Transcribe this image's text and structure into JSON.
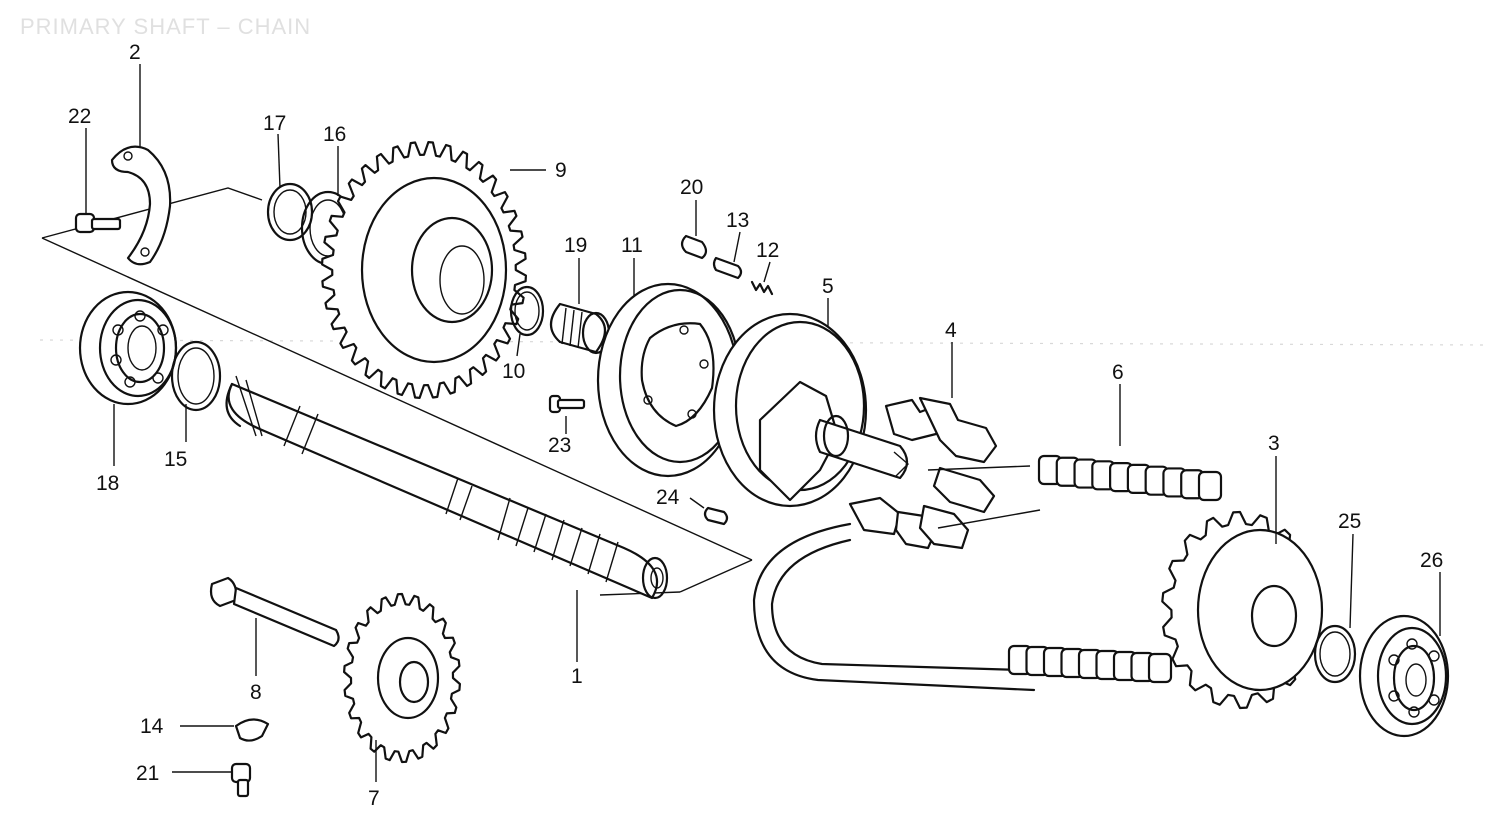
{
  "title": "PRIMARY SHAFT – CHAIN",
  "callouts": [
    {
      "id": "1",
      "part": "primary-shaft"
    },
    {
      "id": "2",
      "part": "bearing-set-plate"
    },
    {
      "id": "3",
      "part": "driven-sprocket"
    },
    {
      "id": "4",
      "part": "damper-rubbers"
    },
    {
      "id": "5",
      "part": "damper-hub"
    },
    {
      "id": "6",
      "part": "primary-chain"
    },
    {
      "id": "7",
      "part": "small-sprocket"
    },
    {
      "id": "8",
      "part": "sprocket-shaft"
    },
    {
      "id": "9",
      "part": "large-sprocket"
    },
    {
      "id": "10",
      "part": "collar"
    },
    {
      "id": "11",
      "part": "clutch-outer"
    },
    {
      "id": "12",
      "part": "spring"
    },
    {
      "id": "13",
      "part": "plunger-pin"
    },
    {
      "id": "14",
      "part": "wing-washer"
    },
    {
      "id": "15",
      "part": "shim"
    },
    {
      "id": "16",
      "part": "thrust-washer"
    },
    {
      "id": "17",
      "part": "circlip"
    },
    {
      "id": "18",
      "part": "ball-bearing-left"
    },
    {
      "id": "19",
      "part": "needle-bearing"
    },
    {
      "id": "20",
      "part": "roller"
    },
    {
      "id": "21",
      "part": "screw"
    },
    {
      "id": "22",
      "part": "bolt"
    },
    {
      "id": "23",
      "part": "pin"
    },
    {
      "id": "24",
      "part": "dowel"
    },
    {
      "id": "25",
      "part": "snap-ring"
    },
    {
      "id": "26",
      "part": "ball-bearing-right"
    }
  ]
}
